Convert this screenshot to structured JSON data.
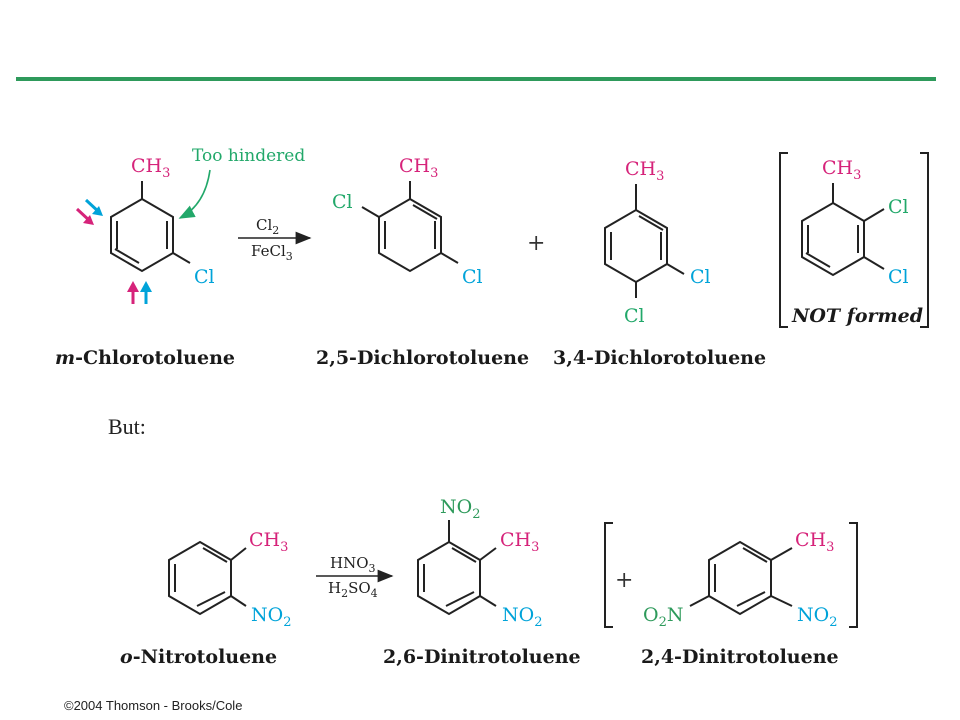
{
  "colors": {
    "rule": "#2e9a5b",
    "methyl": "#d6237a",
    "chloro": "#00a3d9",
    "nitro": "#00a3d9",
    "hindered_note": "#22a86a",
    "nitro_prefix": "#2e9a5b",
    "bond": "#222222"
  },
  "scheme1": {
    "reactant": {
      "name_prefix": "m",
      "name": "-Chlorotoluene",
      "methyl": "CH",
      "methyl_sub": "3",
      "chloro": "Cl"
    },
    "annotation": {
      "text": "Too hindered"
    },
    "reagent": {
      "top": "Cl",
      "top_sub": "2",
      "bottom": "FeCl",
      "bottom_sub": "3"
    },
    "product1": {
      "name": "2,5-Dichlorotoluene",
      "methyl": "CH",
      "methyl_sub": "3",
      "chloro_a": "Cl",
      "chloro_b": "Cl"
    },
    "plus": "+",
    "product2": {
      "name": "3,4-Dichlorotoluene",
      "methyl": "CH",
      "methyl_sub": "3",
      "chloro_a": "Cl",
      "chloro_b": "Cl"
    },
    "not_formed": {
      "label": "NOT formed",
      "methyl": "CH",
      "methyl_sub": "3",
      "chloro_a": "Cl",
      "chloro_b": "Cl"
    }
  },
  "transition": "But:",
  "scheme2": {
    "reactant": {
      "name_prefix": "o",
      "name": "-Nitrotoluene",
      "methyl": "CH",
      "methyl_sub": "3",
      "nitro": "NO",
      "nitro_sub": "2"
    },
    "reagent": {
      "top": "HNO",
      "top_sub": "3",
      "bottom_a": "H",
      "bottom_a_sub": "2",
      "bottom_b": "SO",
      "bottom_b_sub": "4"
    },
    "product1": {
      "name": "2,6-Dinitrotoluene",
      "methyl": "CH",
      "methyl_sub": "3",
      "nitro_top": "NO",
      "nitro_top_sub": "2",
      "nitro": "NO",
      "nitro_sub": "2"
    },
    "plus": "+",
    "product2": {
      "name": "2,4-Dinitrotoluene",
      "methyl": "CH",
      "methyl_sub": "3",
      "nitro": "NO",
      "nitro_sub": "2",
      "nitro_left_a": "O",
      "nitro_left_sub": "2",
      "nitro_left_b": "N"
    }
  },
  "copyright": "©2004 Thomson - Brooks/Cole"
}
